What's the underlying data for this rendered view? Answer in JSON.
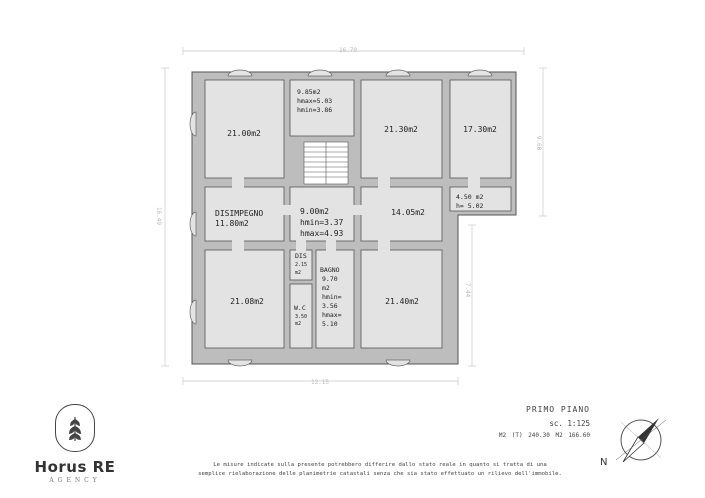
{
  "plan": {
    "dimensions": {
      "top": "16.70",
      "left": "16.49",
      "right_upper": "9.60",
      "right_lower": "7.44",
      "bottom": "12.15"
    },
    "rooms": [
      {
        "id": "room-top-left",
        "lines": [
          "21.00m2"
        ]
      },
      {
        "id": "room-top-small",
        "lines": [
          "9.85m2",
          "hmax=5.03",
          "hmin=3.86"
        ]
      },
      {
        "id": "room-top-center-right",
        "lines": [
          "21.30m2"
        ]
      },
      {
        "id": "room-top-right",
        "lines": [
          "17.30m2"
        ]
      },
      {
        "id": "room-disimpegno",
        "lines": [
          "DISIMPEGNO",
          "11.80m2"
        ]
      },
      {
        "id": "room-center",
        "lines": [
          "9.00m2",
          "hmin=3.37",
          "hmax=4.93"
        ]
      },
      {
        "id": "room-middle-right",
        "lines": [
          "14.05m2"
        ]
      },
      {
        "id": "room-right-small",
        "lines": [
          "4.50 m2",
          "h= 5.02"
        ]
      },
      {
        "id": "room-bottom-left",
        "lines": [
          "21.08m2"
        ]
      },
      {
        "id": "room-dis",
        "lines": [
          "DIS",
          "2.15",
          "m2"
        ]
      },
      {
        "id": "room-wc",
        "lines": [
          "W.C",
          "3.50",
          "m2"
        ]
      },
      {
        "id": "room-bagno",
        "lines": [
          "BAGNO",
          "9.70",
          "m2",
          "hmin=",
          "3.56",
          "hmax=",
          "5.10"
        ]
      },
      {
        "id": "room-bottom-right",
        "lines": [
          "21.40m2"
        ]
      }
    ]
  },
  "logo": {
    "name": "Horus RE",
    "subtitle": "AGENCY"
  },
  "title_block": {
    "floor": "PRIMO PIANO",
    "scale": "sc. 1:125",
    "areas": "M2 (T) 240.30   M2 166.60"
  },
  "disclaimer": {
    "line1": "Le misure indicate sulla presente potrebbero differire dallo stato reale in quanto si tratta di una",
    "line2": "semplice rielaborazione delle planimetrie catastali senza che sia stato effettuato un rilievo dell'immobile."
  },
  "compass": {
    "north_label": "N"
  },
  "colors": {
    "wall": "#bdbdbd",
    "room": "#e3e3e3",
    "outline": "#555555",
    "line": "#333333"
  }
}
